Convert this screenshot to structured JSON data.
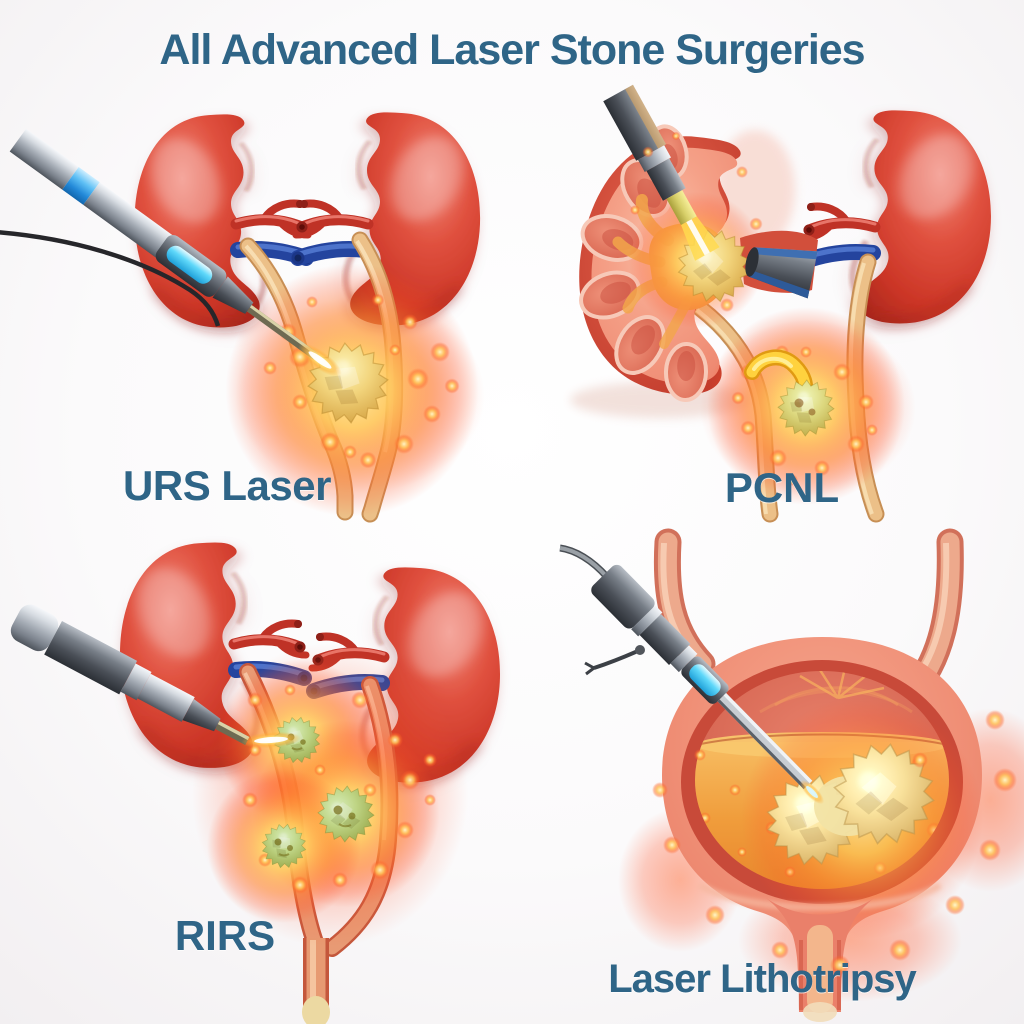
{
  "title": {
    "text": "All Advanced Laser Stone Surgeries"
  },
  "panels": [
    {
      "id": "urs",
      "label": "URS Laser",
      "position": "top-left",
      "scene": "two kidneys with ureters; ureteroscope with laser firing at a golden spiky stone at the ureter junction, fiery glow"
    },
    {
      "id": "pcnl",
      "label": "PCNL",
      "position": "top-right",
      "scene": "cross-sectioned kidney with nephroscope through the back hitting a pelvic stone; access sheath; second whole kidney; small glowing ureteric stone"
    },
    {
      "id": "rirs",
      "label": "RIRS",
      "position": "bottom-left",
      "scene": "two kidneys; flexible scope with laser flash fragmenting three olive spiky stones along the ureters"
    },
    {
      "id": "litho",
      "label": "Laser Lithotripsy",
      "position": "bottom-right",
      "scene": "cross-sectioned bladder with amber urine, cystoscope with blue band touching a large two-lobed spiky stone"
    }
  ],
  "colors": {
    "heading_blue": "#2f6587",
    "kidney_red": "#d0392b",
    "artery_red": "#bf3226",
    "vein_blue": "#2b4fb2",
    "ureter_tan": "#ecc088",
    "stone_gold": "#e8c05a",
    "stone_olive": "#b9b33c",
    "laser_glow_orange": "#ff8c33",
    "scope_steel": "#9aa1aa",
    "scope_band_blue": "#5fc0f5",
    "bladder_salmon": "#ef8d74",
    "bladder_fluid_amber": "#f09d3c",
    "background": "#fbfafb"
  }
}
